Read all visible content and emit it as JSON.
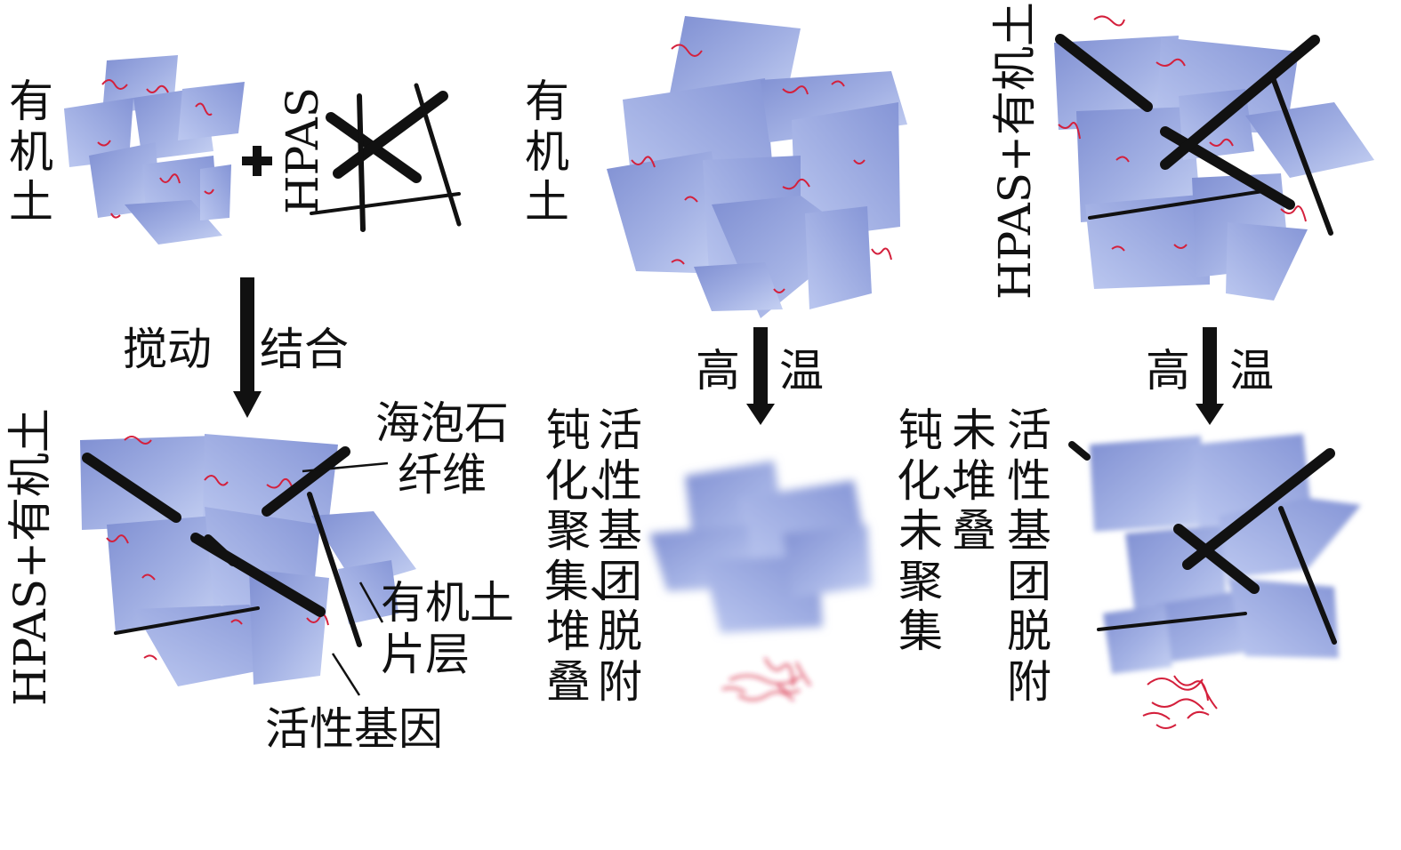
{
  "panel_a": {
    "organoclay_label": "有机土",
    "hpas_label": "HPAS",
    "plus_sign": "+",
    "stir_label": "搅动",
    "combine_label": "结合",
    "composite_label": "HPAS+有机土",
    "fiber_label": "海泡石\n纤维",
    "layer_label": "有机土\n片层",
    "active_group_label": "活性基因"
  },
  "panel_b": {
    "organoclay_label": "有机土",
    "heat_label_1": "高",
    "heat_label_2": "温",
    "result_col1": "钝化、聚集、堆叠",
    "result_col2": "活性基团脱附"
  },
  "panel_c": {
    "composite_label": "HPAS+有机土",
    "heat_label_1": "高",
    "heat_label_2": "温",
    "result_col1": "钝化、未聚集",
    "result_col2": "未堆叠",
    "result_col3": "活性基团脱附"
  },
  "colors": {
    "platelet_light": "#b7c5ec",
    "platelet_dark": "#7686cc",
    "active_group": "#d4203c",
    "fiber": "#111111",
    "arrow": "#111111"
  }
}
